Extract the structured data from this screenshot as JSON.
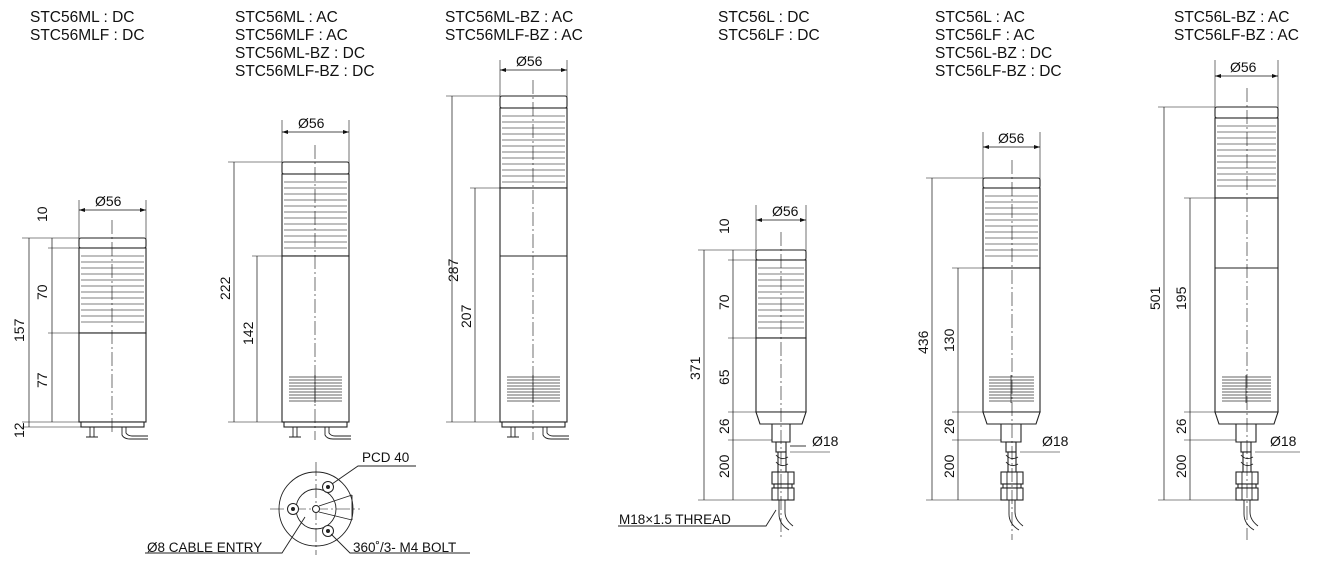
{
  "models": [
    {
      "id": "m1",
      "titles": [
        "STC56ML : DC",
        "STC56MLF : DC"
      ],
      "diameter": "Ø56",
      "dims": [
        "10",
        "70",
        "157",
        "77",
        "12"
      ]
    },
    {
      "id": "m2",
      "titles": [
        "STC56ML : AC",
        "STC56MLF : AC",
        "STC56ML-BZ : DC",
        "STC56MLF-BZ : DC"
      ],
      "diameter": "Ø56",
      "dims": [
        "222",
        "142"
      ]
    },
    {
      "id": "m3",
      "titles": [
        "STC56ML-BZ : AC",
        "STC56MLF-BZ : AC"
      ],
      "diameter": "Ø56",
      "dims": [
        "287",
        "207"
      ]
    },
    {
      "id": "m4",
      "titles": [
        "STC56L : DC",
        "STC56LF : DC"
      ],
      "diameter": "Ø56",
      "dims": [
        "10",
        "70",
        "371",
        "65",
        "26",
        "200"
      ],
      "pole_diameter": "Ø18"
    },
    {
      "id": "m5",
      "titles": [
        "STC56L : AC",
        "STC56LF : AC",
        "STC56L-BZ : DC",
        "STC56LF-BZ : DC"
      ],
      "diameter": "Ø56",
      "dims": [
        "436",
        "130",
        "26",
        "200"
      ],
      "pole_diameter": "Ø18"
    },
    {
      "id": "m6",
      "titles": [
        "STC56L-BZ : AC",
        "STC56LF-BZ : AC"
      ],
      "diameter": "Ø56",
      "dims": [
        "501",
        "195",
        "26",
        "200"
      ],
      "pole_diameter": "Ø18"
    }
  ],
  "base_view": {
    "pcd": "PCD 40",
    "cable_entry": "Ø8 CABLE ENTRY",
    "bolt": "360˚/3- M4 BOLT"
  },
  "thread_label": "M18×1.5 THREAD"
}
